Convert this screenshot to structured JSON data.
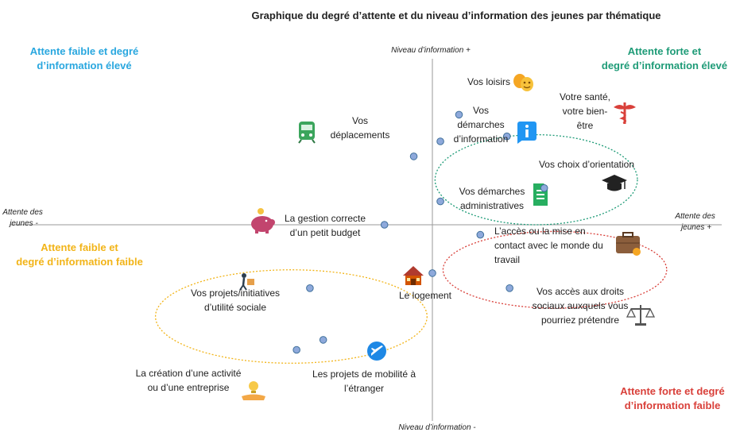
{
  "chart_data": {
    "type": "scatter",
    "title": "Graphique du degré d’attente et du niveau d’information des jeunes par thématique",
    "axes": {
      "y_top": "Niveau d’information +",
      "y_bottom": "Niveau d’information -",
      "x_left": [
        "Attente des",
        "jeunes -"
      ],
      "x_right": [
        "Attente des",
        "jeunes +"
      ]
    },
    "xlim": [
      -10,
      10
    ],
    "ylim": [
      -10,
      10
    ],
    "grid": false,
    "legend": "none",
    "quadrants": [
      {
        "id": "top-left",
        "lines": [
          "Attente faible et degré",
          "d’information élevé"
        ],
        "color": "#29A7DF"
      },
      {
        "id": "top-right",
        "lines": [
          "Attente forte et",
          "degré d’information élevé"
        ],
        "color": "#1E9B77"
      },
      {
        "id": "bottom-left",
        "lines": [
          "Attente faible et",
          "degré d’information faible"
        ],
        "color": "#F2B418"
      },
      {
        "id": "bottom-right",
        "lines": [
          "Attente forte et degré",
          "d’information faible"
        ],
        "color": "#D9403A"
      }
    ],
    "clusters": [
      {
        "quadrant": "top-right",
        "cx": 3.9,
        "cy": 2.7,
        "rx": 3.8,
        "ry": 2.7,
        "color": "#1E9B77"
      },
      {
        "quadrant": "bottom-right",
        "cx": 4.6,
        "cy": -2.7,
        "rx": 4.2,
        "ry": 2.3,
        "color": "#D9403A"
      },
      {
        "quadrant": "bottom-left",
        "cx": -5.3,
        "cy": -5.5,
        "rx": 5.1,
        "ry": 2.8,
        "color": "#F2B418"
      }
    ],
    "points": [
      {
        "id": "loisirs",
        "x": 1.0,
        "y": 6.6,
        "lines": [
          "Vos loisirs"
        ],
        "icon": "theater-masks-icon",
        "color": "#8EA9DB"
      },
      {
        "id": "sante",
        "x": 2.8,
        "y": 5.3,
        "lines": [
          "Votre santé,",
          "votre bien-",
          "être"
        ],
        "icon": "caduceus-icon",
        "color": "#8EA9DB"
      },
      {
        "id": "demarches-info",
        "x": 0.3,
        "y": 5.0,
        "lines": [
          "Vos",
          "démarches",
          "d’information"
        ],
        "icon": "info-icon",
        "color": "#8EA9DB"
      },
      {
        "id": "deplacements",
        "x": -0.7,
        "y": 4.1,
        "lines": [
          "Vos",
          "déplacements"
        ],
        "icon": "train-icon",
        "color": "#8EA9DB"
      },
      {
        "id": "orientation",
        "x": 4.2,
        "y": 2.2,
        "lines": [
          "Vos choix d’orientation"
        ],
        "icon": "graduation-cap-icon",
        "color": "#8EA9DB"
      },
      {
        "id": "demarches-admin",
        "x": 0.3,
        "y": 1.4,
        "lines": [
          "Vos démarches",
          "administratives"
        ],
        "icon": "document-icon",
        "color": "#8EA9DB"
      },
      {
        "id": "budget",
        "x": -1.8,
        "y": 0.0,
        "lines": [
          "La gestion correcte",
          "d’un petit budget"
        ],
        "icon": "piggy-bank-icon",
        "color": "#8EA9DB"
      },
      {
        "id": "travail",
        "x": 1.8,
        "y": -0.6,
        "lines": [
          "L’accès ou la mise en",
          "contact avec le monde du",
          "travail"
        ],
        "icon": "briefcase-icon",
        "color": "#8EA9DB"
      },
      {
        "id": "logement",
        "x": 0.0,
        "y": -2.9,
        "lines": [
          "Le logement"
        ],
        "icon": "house-icon",
        "color": "#8EA9DB"
      },
      {
        "id": "droits-sociaux",
        "x": 2.9,
        "y": -3.8,
        "lines": [
          "Vos accès aux droits",
          "sociaux auxquels vous",
          "pourriez prétendre"
        ],
        "icon": "scales-icon",
        "color": "#8EA9DB"
      },
      {
        "id": "projets-utilite",
        "x": -4.6,
        "y": -3.8,
        "lines": [
          "Vos projets/initiatives",
          "d’utilité sociale"
        ],
        "icon": "volunteer-icon",
        "color": "#8EA9DB"
      },
      {
        "id": "mobilite",
        "x": -4.1,
        "y": -6.9,
        "lines": [
          "Les projets de mobilité à",
          "l’étranger"
        ],
        "icon": "airplane-icon",
        "color": "#8EA9DB"
      },
      {
        "id": "creation-entreprise",
        "x": -5.1,
        "y": -7.5,
        "lines": [
          "La création d’une activité",
          "ou d’une entreprise"
        ],
        "icon": "lightbulb-hand-icon",
        "color": "#8EA9DB"
      }
    ]
  }
}
